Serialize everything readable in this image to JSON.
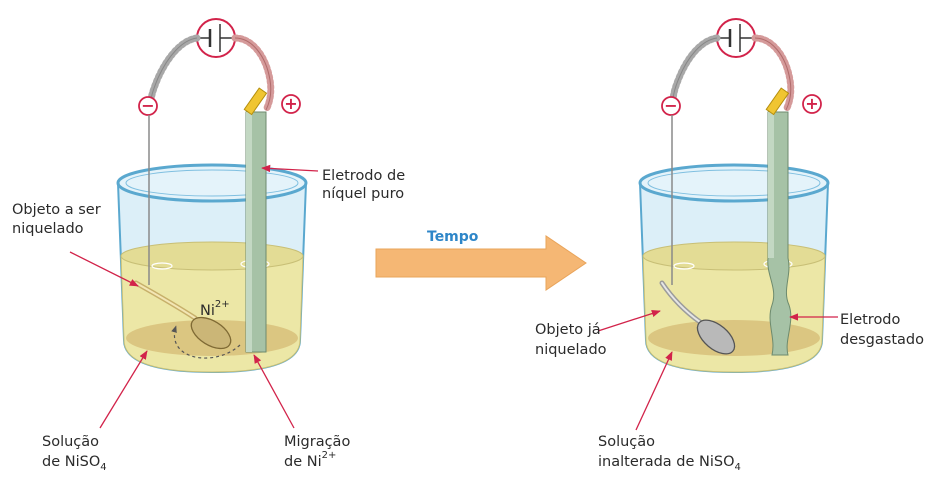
{
  "arrow": {
    "label": "Tempo"
  },
  "left": {
    "labels": {
      "electrode_line1": "Eletrodo de",
      "electrode_line2": "níquel puro",
      "object_line1": "Objeto a ser",
      "object_line2": "niquelado",
      "ion": "Ni",
      "ion_charge": "2+",
      "solution_line1": "Solução",
      "solution_line2": "de NiSO",
      "solution_sub": "4",
      "migration_line1": "Migração",
      "migration_line2": "de Ni",
      "migration_charge": "2+"
    },
    "terminals": {
      "negative": "−",
      "positive": "+"
    }
  },
  "right": {
    "labels": {
      "object_line1": "Objeto já",
      "object_line2": "niquelado",
      "electrode_line1": "Eletrodo",
      "electrode_line2": "desgastado",
      "solution_line1": "Solução",
      "solution_line2": "inalterada de NiSO",
      "solution_sub": "4"
    },
    "terminals": {
      "negative": "−",
      "positive": "+"
    }
  },
  "colors": {
    "accent_red": "#d2234a",
    "arrow_fill": "#f5b774",
    "tempo_blue": "#2e86c8",
    "solution": "#ece7a6",
    "electrode": "#a6c2a6"
  }
}
